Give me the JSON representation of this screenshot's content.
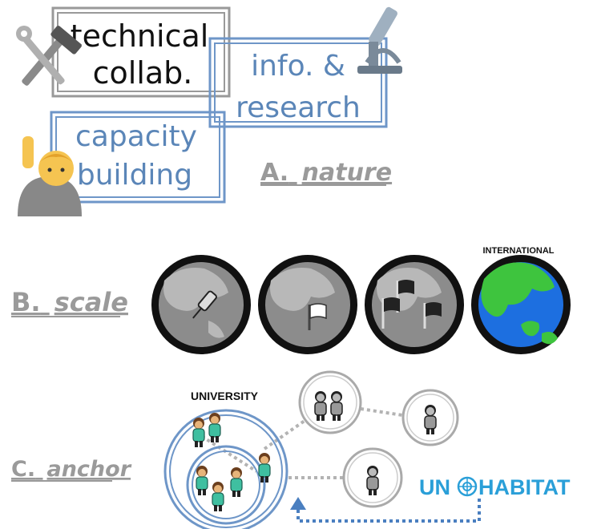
{
  "section_a": {
    "label_letter": "A.",
    "label_word": "nature",
    "box_technical": {
      "line1": "technical",
      "line2": "collab."
    },
    "box_info": {
      "line1": "info. &",
      "line2": "research"
    },
    "box_capacity": {
      "line1": "capacity",
      "line2": "building"
    },
    "icons": [
      "tools-icon",
      "microscope-icon",
      "raised-hand-person-icon"
    ]
  },
  "section_b": {
    "label_letter": "B.",
    "label_word": "scale",
    "globes": [
      {
        "name": "local-globe",
        "marker": "pushpin-icon"
      },
      {
        "name": "national-globe",
        "marker": "white-flag-icon"
      },
      {
        "name": "regional-globe",
        "marker": "black-flags-icon"
      },
      {
        "name": "international-globe",
        "marker": "colored-earth"
      }
    ],
    "international_caption": "INTERNATIONAL"
  },
  "section_c": {
    "label_letter": "C.",
    "label_word": "anchor",
    "university_caption": "UNIVERSITY",
    "logo": {
      "prefix": "UN",
      "suffix": "HABITAT"
    },
    "colors": {
      "logo_blue": "#2a9fd8",
      "ring_blue": "#6e96c8"
    }
  },
  "colors": {
    "box_blue": "#6e96c8",
    "box_gray": "#999999",
    "text_blue": "#5b86b8",
    "label_gray": "#9a9a9a"
  }
}
